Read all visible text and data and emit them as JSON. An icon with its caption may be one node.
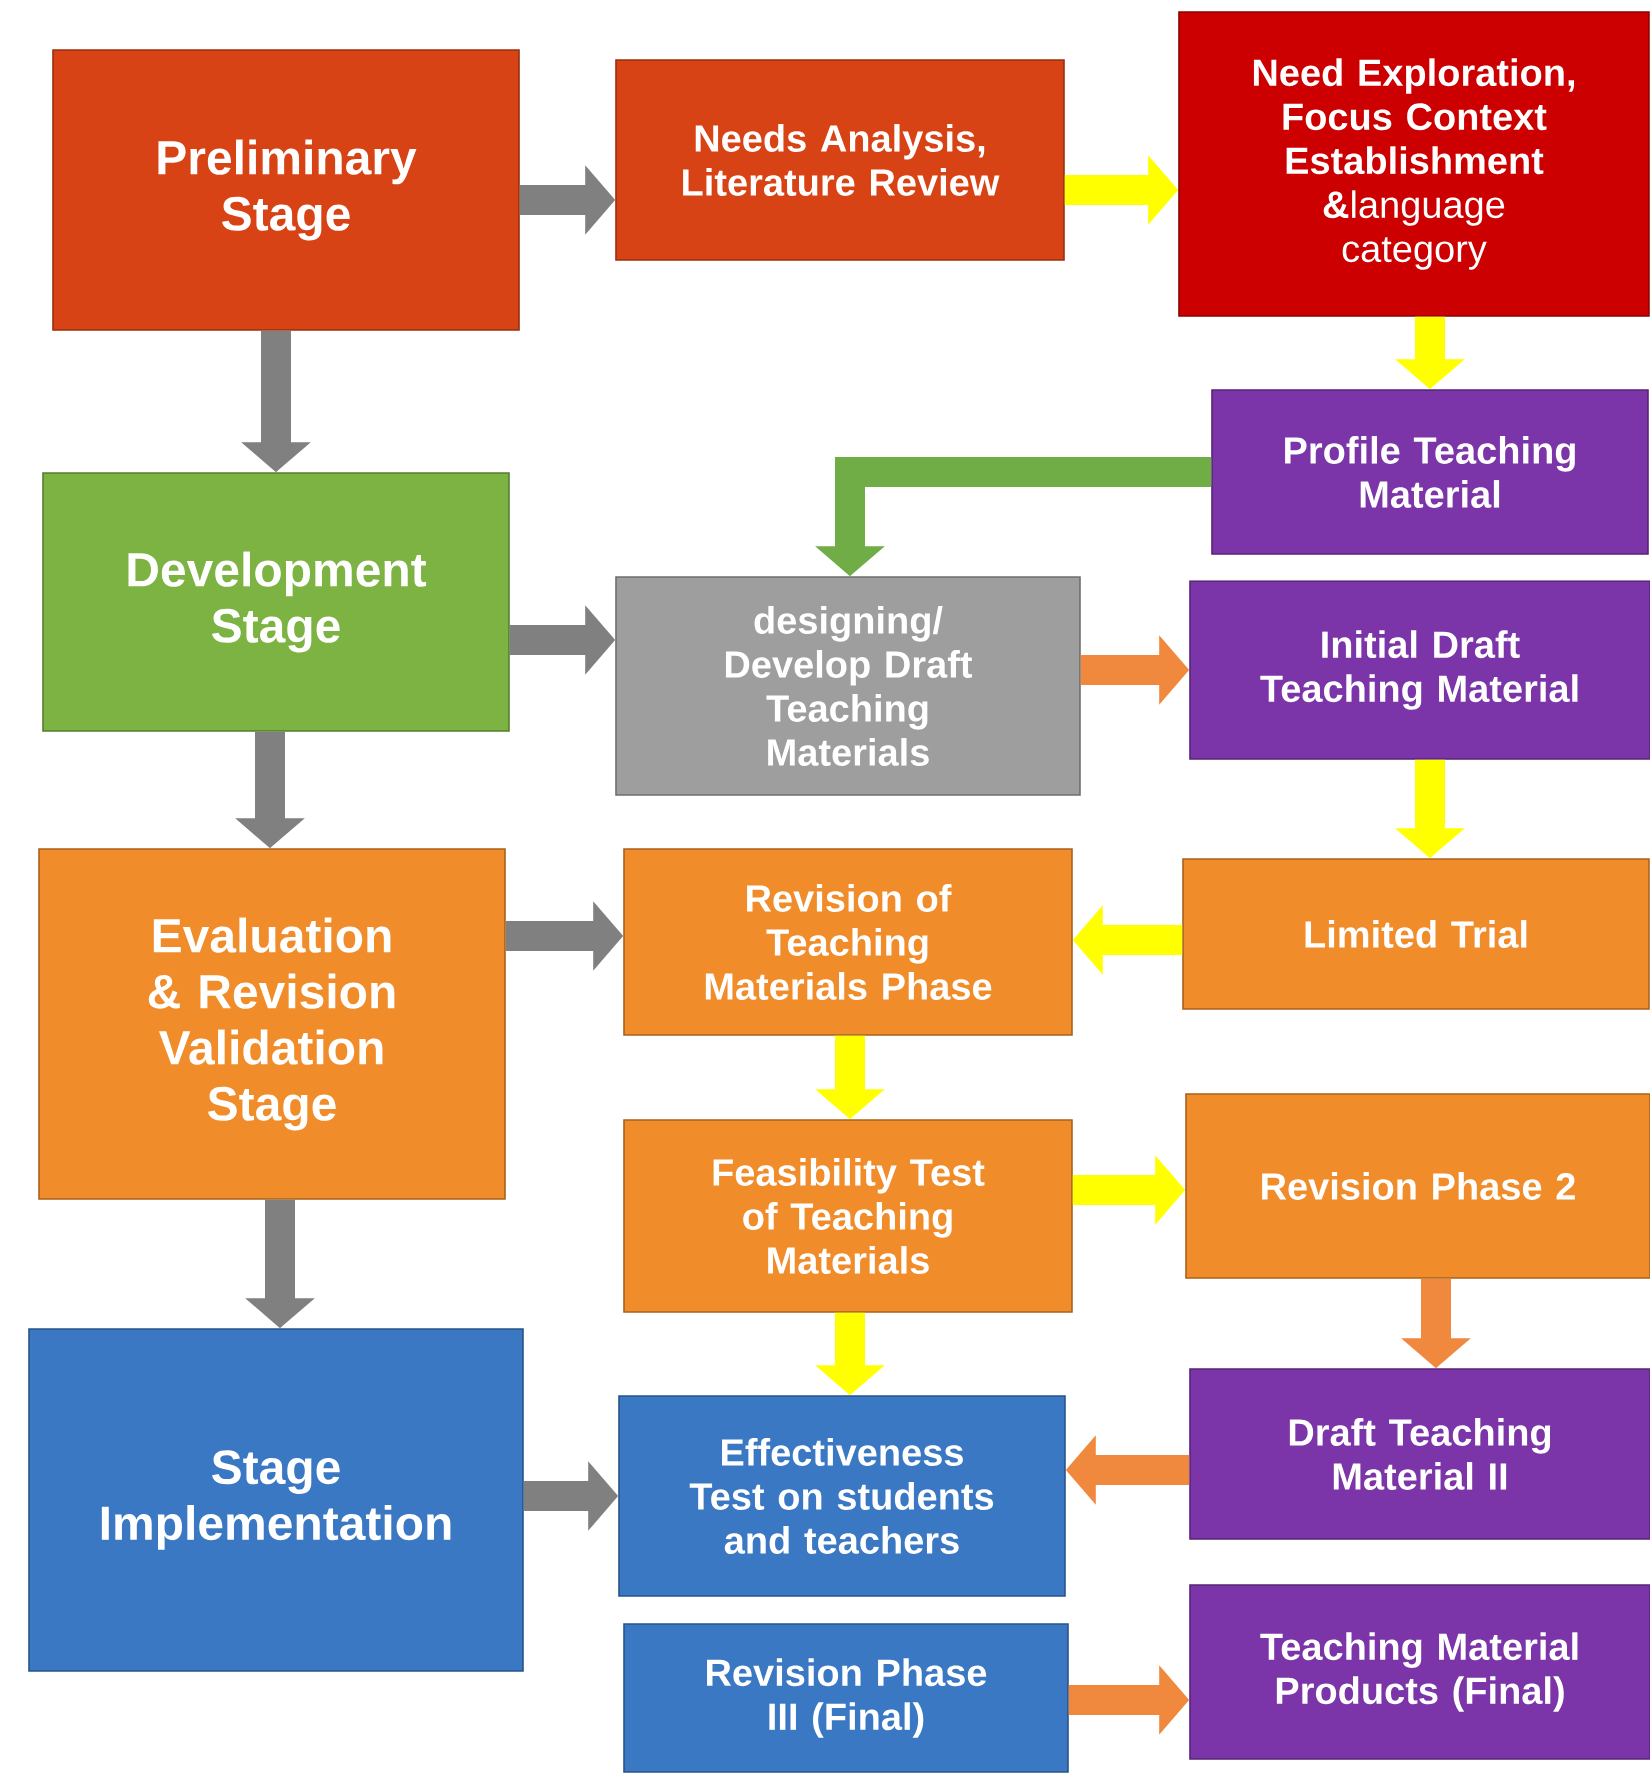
{
  "diagram": {
    "nodes": [
      {
        "text": [
          "Preliminary Stage"
        ]
      },
      {
        "text": [
          "Needs Analysis, Literature Review"
        ]
      },
      {
        "text": [
          "**Need Exploration, Focus Context Establishment &**language category"
        ]
      },
      {
        "text": [
          "Profile Teaching Material"
        ]
      },
      {
        "text": [
          "Development Stage"
        ]
      },
      {
        "text": [
          "designing/ Develop Draft Teaching Materials"
        ]
      },
      {
        "text": [
          "Initial Draft Teaching Material"
        ]
      },
      {
        "text": [
          "Evaluation & Revision Validation Stage"
        ]
      },
      {
        "text": [
          "Revision of Teaching Materials Phase"
        ]
      },
      {
        "text": [
          "Limited Trial"
        ]
      },
      {
        "text": [
          "Feasibility Test of Teaching Materials"
        ]
      },
      {
        "text": [
          "Revision Phase 2"
        ]
      },
      {
        "text": [
          "Stage Implementation"
        ]
      },
      {
        "text": [
          "Effectiveness Test on students and teachers"
        ]
      },
      {
        "text": [
          "Draft Teaching Material II"
        ]
      },
      {
        "text": [
          "Revision Phase III (Final)"
        ]
      },
      {
        "text": [
          "Teaching Material Products (Final)"
        ]
      }
    ],
    "edges": [
      {
        "from": 0,
        "to": 1,
        "arrow": "to",
        "color": "#808080"
      },
      {
        "from": 1,
        "to": 2,
        "arrow": "to",
        "color": "#ffff00"
      },
      {
        "from": 2,
        "to": 3,
        "arrow": "to",
        "color": "#ffff00"
      },
      {
        "from": 3,
        "to": 5,
        "arrow": "to",
        "color": "#70ad47"
      },
      {
        "from": 0,
        "to": 4,
        "arrow": "to",
        "color": "#808080"
      },
      {
        "from": 4,
        "to": 5,
        "arrow": "to",
        "color": "#808080"
      },
      {
        "from": 5,
        "to": 6,
        "arrow": "to",
        "color": "#f0883e"
      },
      {
        "from": 6,
        "to": 9,
        "arrow": "to",
        "color": "#ffff00"
      },
      {
        "from": 4,
        "to": 7,
        "arrow": "to",
        "color": "#808080"
      },
      {
        "from": 9,
        "to": 8,
        "arrow": "to",
        "color": "#ffff00"
      },
      {
        "from": 7,
        "to": 8,
        "arrow": "to",
        "color": "#808080"
      },
      {
        "from": 8,
        "to": 10,
        "arrow": "to",
        "color": "#ffff00"
      },
      {
        "from": 10,
        "to": 11,
        "arrow": "to",
        "color": "#ffff00"
      },
      {
        "from": 10,
        "to": 13,
        "arrow": "to",
        "color": "#ffff00"
      },
      {
        "from": 11,
        "to": 14,
        "arrow": "to",
        "color": "#f0883e"
      },
      {
        "from": 14,
        "to": 13,
        "arrow": "to",
        "color": "#f0883e"
      },
      {
        "from": 7,
        "to": 12,
        "arrow": "to",
        "color": "#808080"
      },
      {
        "from": 12,
        "to": 13,
        "arrow": "to",
        "color": "#808080"
      },
      {
        "from": 15,
        "to": 16,
        "arrow": "to",
        "color": "#f0883e"
      }
    ]
  }
}
